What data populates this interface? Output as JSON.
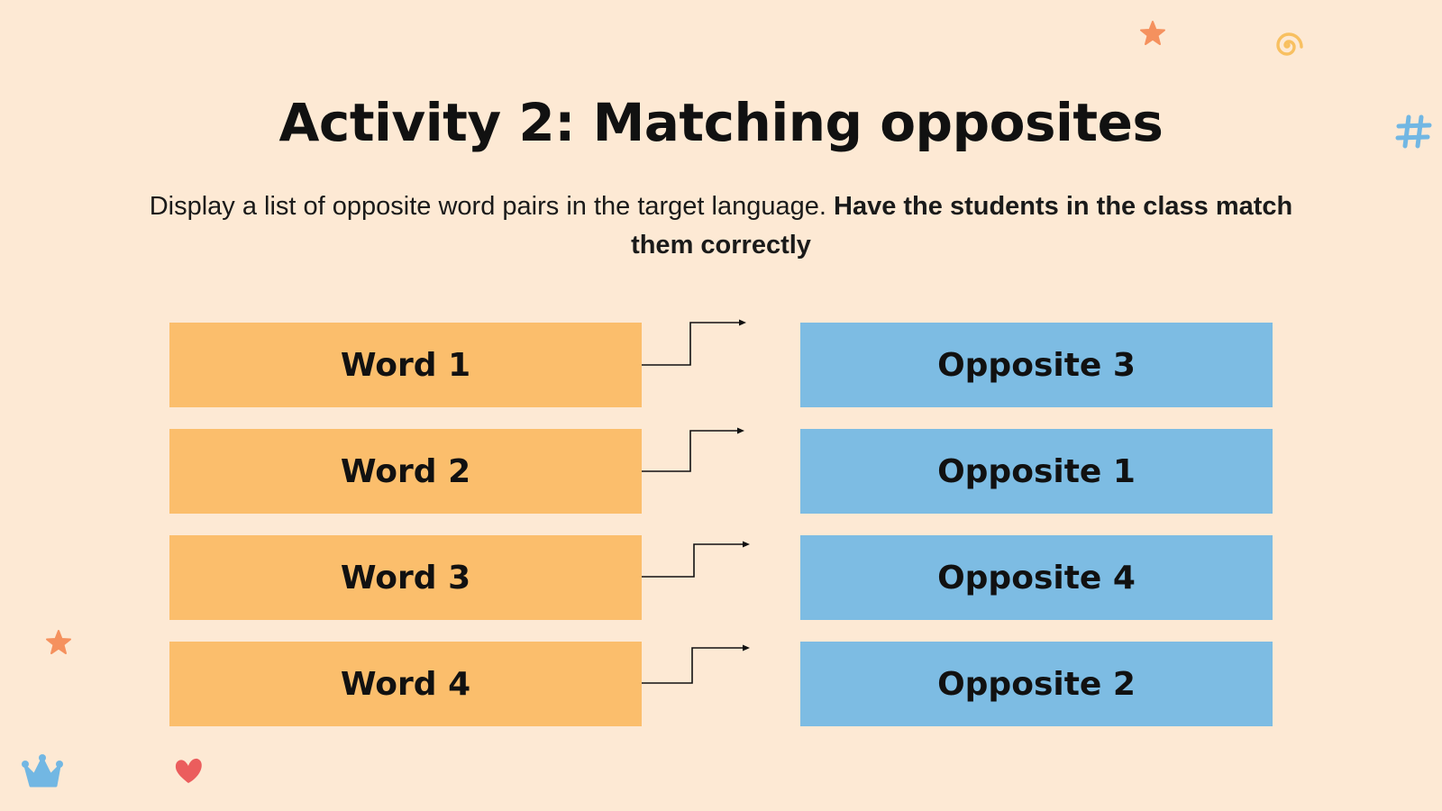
{
  "title": "Activity 2: Matching opposites",
  "subtitle": {
    "regular": "Display a list of opposite word pairs in the target language. ",
    "bold": "Have the students in the class match them correctly"
  },
  "words": [
    "Word 1",
    "Word 2",
    "Word 3",
    "Word 4"
  ],
  "opposites": [
    "Opposite 3",
    "Opposite 1",
    "Opposite 4",
    "Opposite 2"
  ],
  "colors": {
    "background": "#FDE9D4",
    "word_box": "#FBBE6C",
    "opposite_box": "#7DBCE3",
    "star": "#F5915E",
    "hash": "#72B7E3",
    "spiral": "#F8C060",
    "heart": "#EB5D5D",
    "crown": "#72B7E3"
  },
  "decorations": [
    "star-icon",
    "spiral-icon",
    "hash-icon",
    "star-icon",
    "crown-icon",
    "heart-icon"
  ]
}
